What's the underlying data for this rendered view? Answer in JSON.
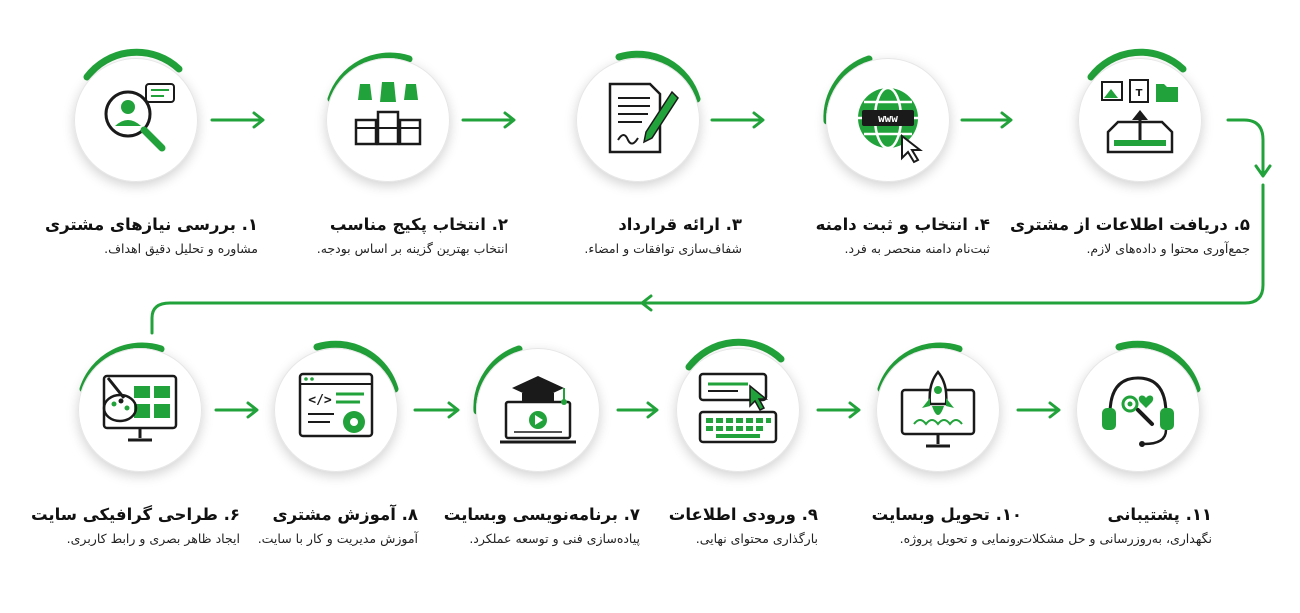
{
  "accent_color": "#22a23a",
  "row1": [
    {
      "title": "۱. بررسی نیازهای مشتری",
      "desc": "مشاوره و تحلیل دقیق اهداف.",
      "icon": "magnifier-user-icon"
    },
    {
      "title": "۲. انتخاب پکیج مناسب",
      "desc": "انتخاب بهترین گزینه بر اساس بودجه.",
      "icon": "package-tags-icon"
    },
    {
      "title": "۳. ارائه قرارداد",
      "desc": "شفاف‌سازی توافقات و امضاء.",
      "icon": "contract-pen-icon"
    },
    {
      "title": "۴. انتخاب و ثبت دامنه",
      "desc": "ثبت‌نام دامنه منحصر به فرد.",
      "icon": "globe-www-icon"
    },
    {
      "title": "۵. دریافت اطلاعات از مشتری",
      "desc": "جمع‌آوری محتوا و داده‌های لازم.",
      "icon": "data-upload-icon"
    }
  ],
  "row2": [
    {
      "title": "۶. طراحی گرافیکی سایت",
      "desc": "ایجاد ظاهر بصری و رابط کاربری.",
      "icon": "design-palette-icon"
    },
    {
      "title": "۸. آموزش مشتری",
      "desc": "آموزش مدیریت و کار با سایت.",
      "icon": "code-gear-icon"
    },
    {
      "title": "۷. برنامه‌نویسی وبسایت",
      "desc": "پیاده‌سازی فنی و توسعه عملکرد.",
      "icon": "graduation-video-icon"
    },
    {
      "title": "۹. ورودی اطلاعات",
      "desc": "بارگذاری محتوای نهایی.",
      "icon": "keyboard-cursor-icon"
    },
    {
      "title": "۱۰. تحویل وبسایت",
      "desc": "رونمایی و تحویل پروژه.",
      "icon": "rocket-monitor-icon"
    },
    {
      "title": "۱۱. پشتیبانی",
      "desc": "نگهداری، به‌روزرسانی و حل مشکلات.",
      "icon": "headset-support-icon"
    }
  ]
}
